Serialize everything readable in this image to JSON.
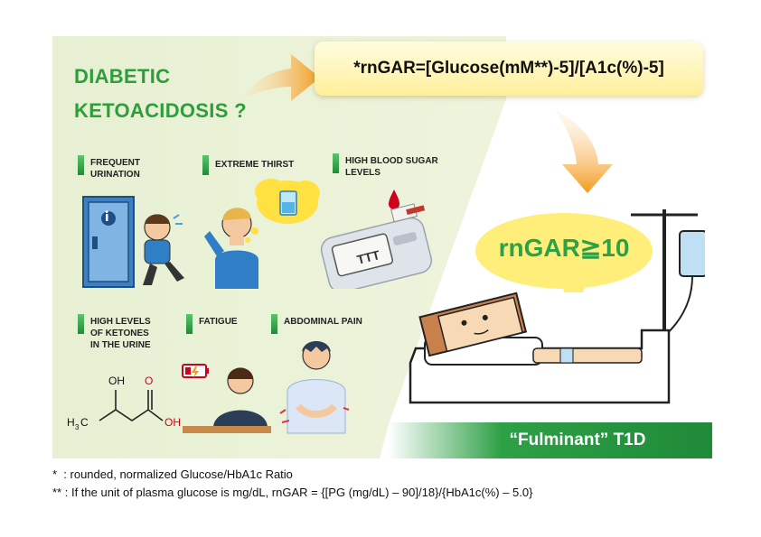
{
  "title_line1": "DIABETIC",
  "title_line2": "KETOACIDOSIS ?",
  "formula": "*rnGAR=[Glucose(mM**)-5]/[A1c(%)-5]",
  "symptoms": {
    "urination": [
      "FREQUENT",
      "URINATION"
    ],
    "thirst": [
      "EXTREME THIRST"
    ],
    "sugar": [
      "HIGH BLOOD SUGAR",
      "LEVELS"
    ],
    "ketones": [
      "HIGH LEVELS",
      "OF KETONES",
      "IN THE URINE"
    ],
    "fatigue": [
      "FATIGUE"
    ],
    "abdominal": [
      "ABDOMINAL PAIN"
    ]
  },
  "meter_reading": "TTT",
  "chem": {
    "oh1": "OH",
    "o": "O",
    "oh2": "OH",
    "ch3": "H",
    "ch3_sub": "3",
    "ch3_c": "C"
  },
  "threshold": "rnGAR≧10",
  "outcome": "“Fulminant” T1D",
  "footnote1": "*  : rounded, normalized Glucose/HbA1c Ratio",
  "footnote2": "** : If the unit of plasma glucose is mg/dL, rnGAR = {[PG (mg/dL) – 90]/18}/{HbA1c(%) – 5.0}",
  "colors": {
    "accent_green": "#2ea046",
    "panel_green": "#e8f1d4",
    "arrow_orange": "#f39a1e",
    "blood_red": "#d0021b"
  }
}
